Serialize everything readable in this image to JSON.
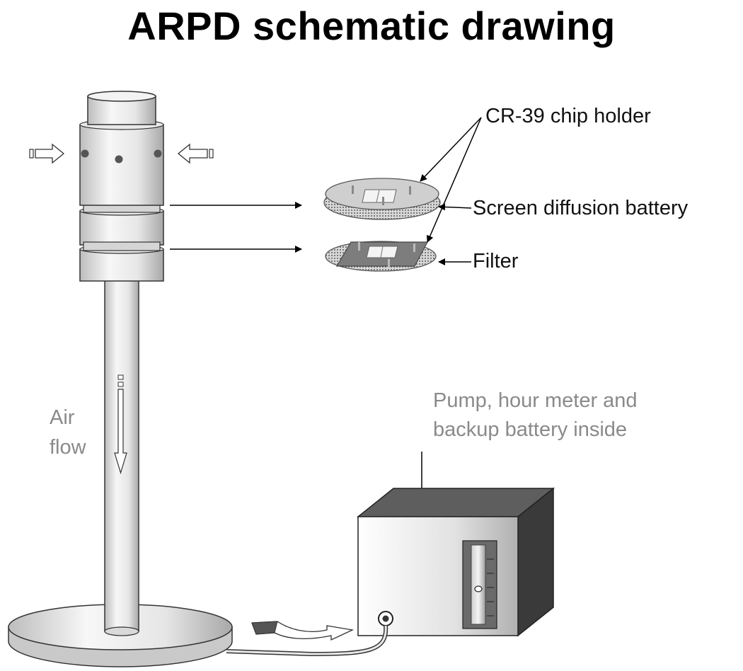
{
  "title": "ARPD schematic drawing",
  "labels": {
    "chip_holder": "CR-39 chip holder",
    "screen_battery": "Screen diffusion battery",
    "filter": "Filter",
    "pump_line1": "Pump, hour meter and",
    "pump_line2": "backup battery inside",
    "airflow_line1": "Air",
    "airflow_line2": "flow"
  },
  "colors": {
    "text": "#111111",
    "muted_text": "#8a8a8a",
    "metal_light": "#f2f2f2",
    "metal_dark": "#9a9a9a",
    "box_top": "#5e5e5e",
    "box_side": "#3a3a3a"
  }
}
